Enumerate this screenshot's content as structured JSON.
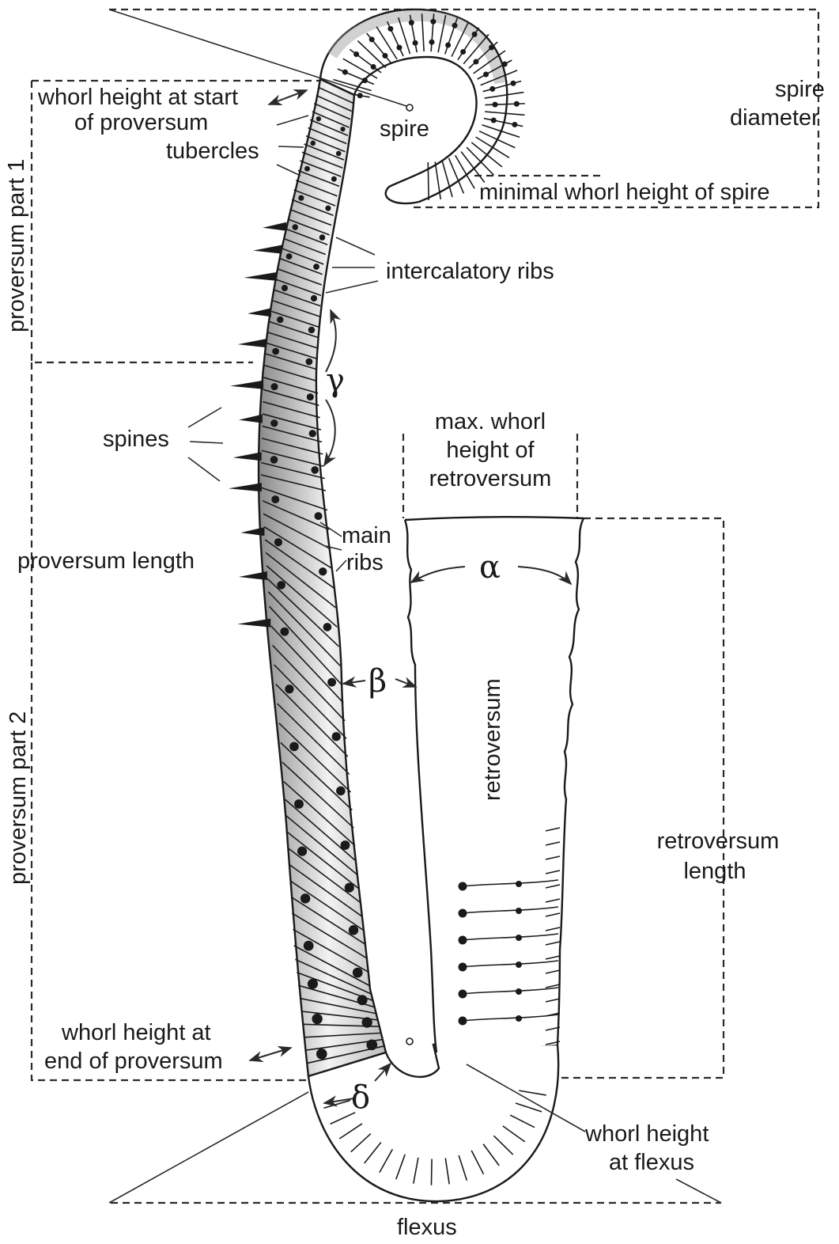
{
  "labels": {
    "whorl_height_start_1": "whorl height at start",
    "whorl_height_start_2": "of proversum",
    "spire": "spire",
    "spire_diameter_1": "spire",
    "spire_diameter_2": "diameter",
    "tubercles": "tubercles",
    "minimal_whorl_height": "minimal whorl height of spire",
    "intercalatory_ribs": "intercalatory ribs",
    "proversum_part_1": "proversum part 1",
    "gamma": "γ",
    "spines": "spines",
    "max_whorl_1": "max. whorl",
    "max_whorl_2": "height of",
    "max_whorl_3": "retroversum",
    "main_ribs_1": "main",
    "main_ribs_2": "ribs",
    "proversum_length": "proversum length",
    "alpha": "α",
    "beta": "β",
    "retroversum": "retroversum",
    "proversum_part_2": "proversum part 2",
    "retroversum_length_1": "retroversum",
    "retroversum_length_2": "length",
    "whorl_height_end_1": "whorl height at",
    "whorl_height_end_2": "end of proversum",
    "delta": "δ",
    "whorl_height_flexus_1": "whorl height",
    "whorl_height_flexus_2": "at flexus",
    "flexus": "flexus"
  },
  "colors": {
    "ink": "#1a1a1a",
    "shell_fill": "#ffffff",
    "shade_dark": "#8a8a8a",
    "shade_light": "#f2f2f2"
  }
}
